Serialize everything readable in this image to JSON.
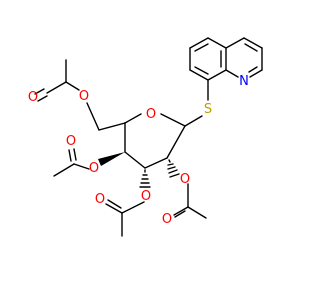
{
  "molecule": {
    "atoms": {
      "s": "S",
      "n": "N",
      "o_ring": "O",
      "o_c6_ester": "O",
      "o_c6_carbonyl": "O",
      "o_c4_ester": "O",
      "o_c4_carbonyl": "O",
      "o_c3_ester": "O",
      "o_c3_carbonyl": "O",
      "o_c2_ester": "O",
      "o_c2_carbonyl": "O"
    },
    "colors": {
      "bond": "#000000",
      "oxygen": "#ff0000",
      "nitrogen": "#0000ff",
      "sulfur": "#b8a200",
      "background": "#ffffff"
    }
  }
}
